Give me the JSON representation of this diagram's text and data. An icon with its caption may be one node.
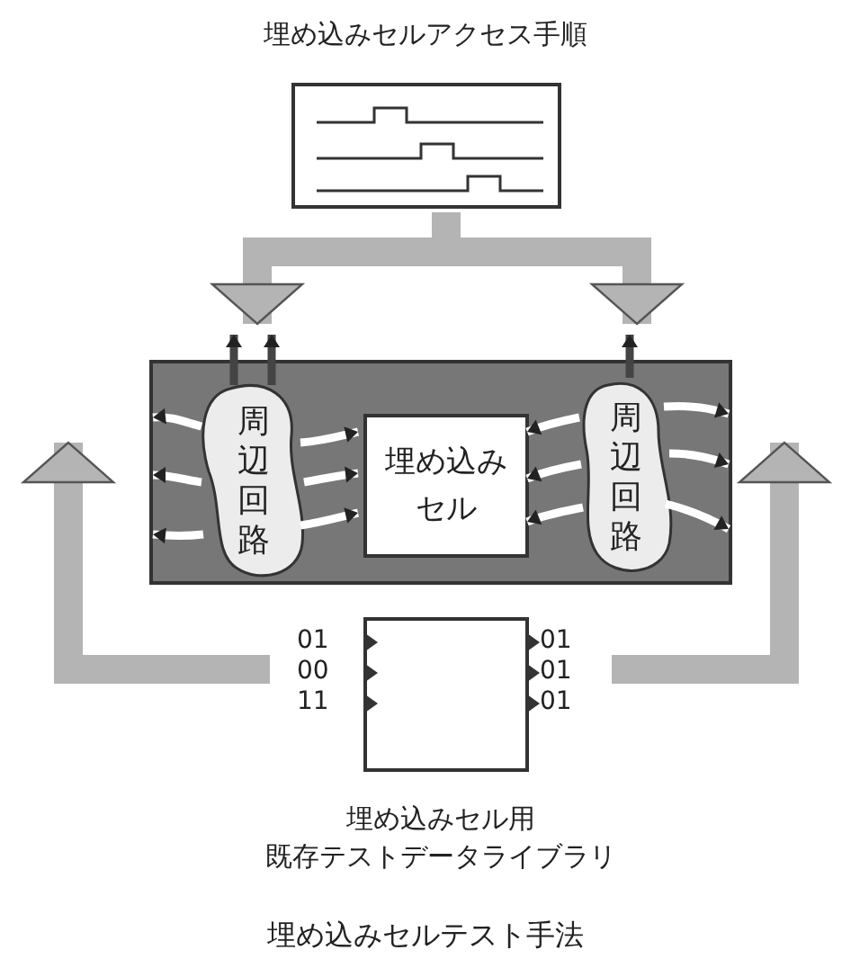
{
  "diagram": {
    "nodes": [
      {
        "text": [
          "埋め込みセルアクセス手順"
        ]
      },
      {
        "text": [],
        "shape": "box"
      },
      {
        "text": [
          "周辺回路"
        ],
        "in": 1
      },
      {
        "text": [
          "埋め込みセル"
        ],
        "in": 1
      },
      {
        "text": [
          "周辺回路"
        ],
        "in": 1
      },
      {
        "text": [
          "埋め込みセル用",
          "既存テストデータライブラリ"
        ],
        "beside": [
          "01",
          "01",
          "00",
          "01",
          "11",
          "01"
        ]
      }
    ],
    "edges": [
      {
        "from": 0,
        "to": 2,
        "arrow": "to",
        "style": "thick",
        "color": "#b4b4b4"
      },
      {
        "from": 0,
        "to": 4,
        "arrow": "to",
        "style": "thick",
        "color": "#b4b4b4"
      },
      {
        "from": 5,
        "to": 1,
        "arrow": "to",
        "style": "thick",
        "color": "#b4b4b4"
      },
      {
        "from": 5,
        "to": 1,
        "arrow": "to",
        "style": "thick",
        "color": "#b4b4b4"
      },
      {
        "from": 2,
        "to": 1,
        "arrow": "to"
      },
      {
        "from": 2,
        "to": 1,
        "arrow": "to"
      },
      {
        "from": 2,
        "to": 1,
        "arrow": "to"
      },
      {
        "from": 2,
        "to": 3,
        "arrow": "to"
      },
      {
        "from": 2,
        "to": 3,
        "arrow": "to"
      },
      {
        "from": 2,
        "to": 3,
        "arrow": "to"
      },
      {
        "from": 4,
        "to": 3,
        "arrow": "to"
      },
      {
        "from": 4,
        "to": 3,
        "arrow": "to"
      },
      {
        "from": 4,
        "to": 3,
        "arrow": "to"
      },
      {
        "from": 4,
        "to": 1,
        "arrow": "to"
      },
      {
        "from": 4,
        "to": 1,
        "arrow": "to"
      },
      {
        "from": 4,
        "to": 1,
        "arrow": "to"
      },
      {
        "from": 2,
        "to": null,
        "arrow": "to",
        "color": "#444444"
      },
      {
        "from": 2,
        "to": null,
        "arrow": "to",
        "color": "#444444"
      },
      {
        "from": 4,
        "to": null,
        "arrow": "to",
        "color": "#444444"
      }
    ],
    "caption": "埋め込みセルテスト手法"
  }
}
